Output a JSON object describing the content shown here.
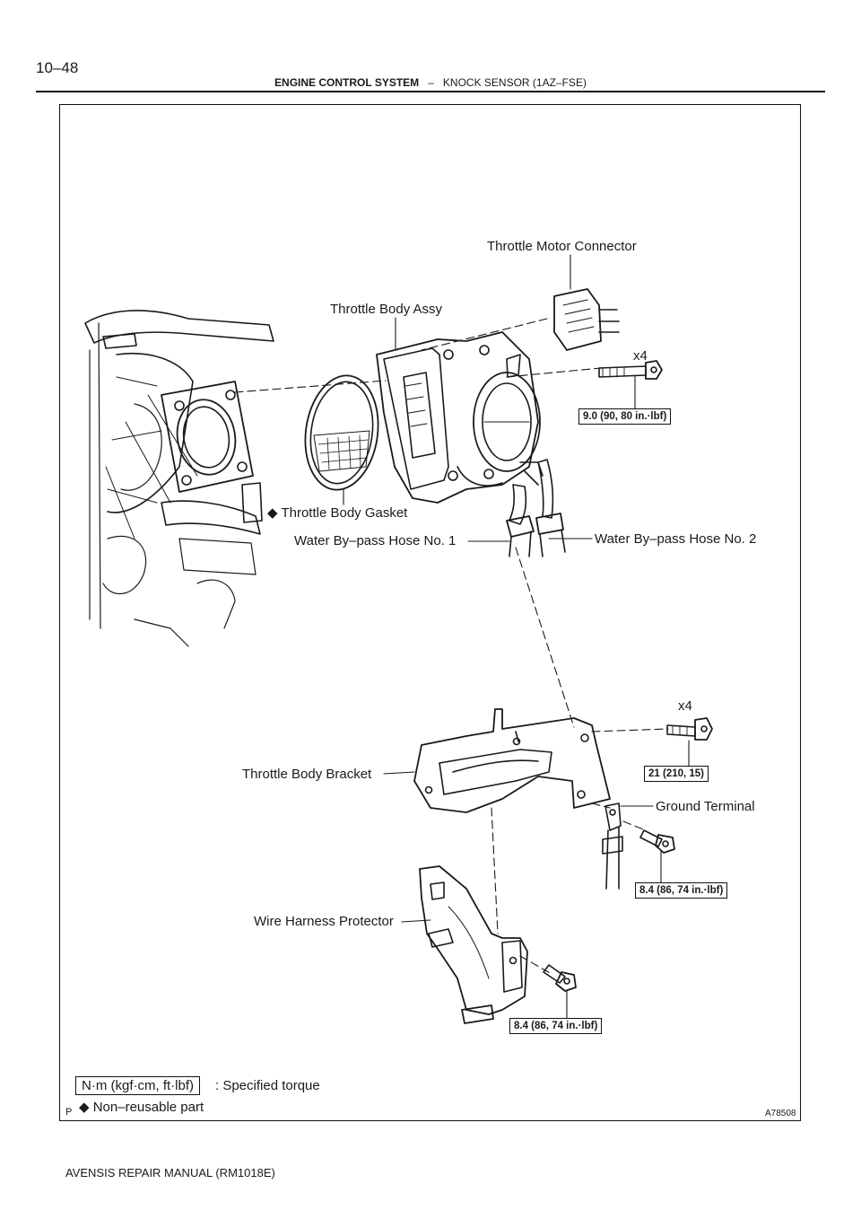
{
  "page": {
    "number": "10–48",
    "section": "ENGINE CONTROL SYSTEM",
    "separator": "–",
    "subsection": "KNOCK SENSOR (1AZ–FSE)",
    "footer": "AVENSIS REPAIR MANUAL   (RM1018E)"
  },
  "figure": {
    "id": "A78508",
    "corner_mark": "P",
    "labels": {
      "throttle_motor_connector": "Throttle Motor Connector",
      "throttle_body_assy": "Throttle Body Assy",
      "throttle_body_gasket": "Throttle Body Gasket",
      "water_bypass_hose_1": "Water By–pass Hose No. 1",
      "water_bypass_hose_2": "Water By–pass Hose No. 2",
      "throttle_body_bracket": "Throttle Body Bracket",
      "ground_terminal": "Ground Terminal",
      "wire_harness_protector": "Wire Harness Protector"
    },
    "quantities": {
      "upper_bolts": "x4",
      "bracket_bolts": "x4"
    },
    "torques": {
      "throttle_body": "9.0 (90, 80 in.·lbf)",
      "bracket": "21 (210, 15)",
      "ground_terminal": "8.4 (86, 74 in.·lbf)",
      "harness_protector": "8.4 (86, 74 in.·lbf)"
    },
    "legend": {
      "torque_unit": "N·m (kgf·cm, ft·lbf)",
      "torque_text": ": Specified torque",
      "non_reusable_symbol": "◆",
      "non_reusable_text": "Non–reusable part"
    }
  }
}
